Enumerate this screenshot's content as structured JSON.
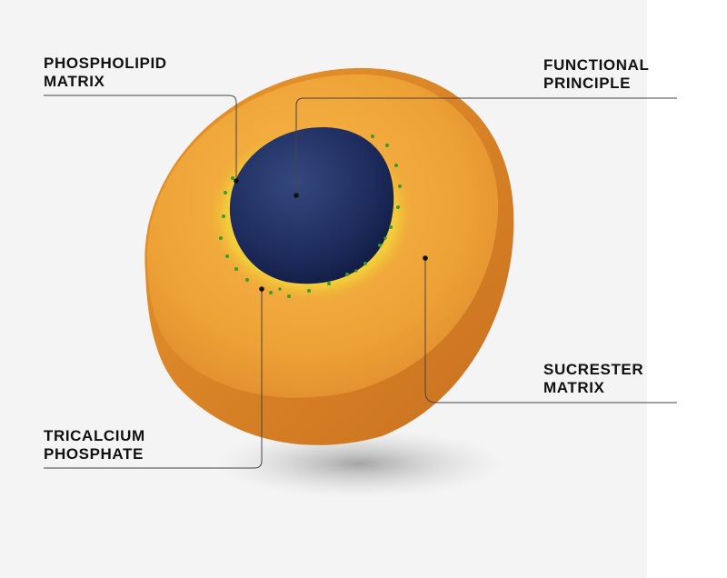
{
  "labels": {
    "phospholipid_matrix": [
      "PHOSPHOLIPID",
      "MATRIX"
    ],
    "functional_principle": [
      "FUNCTIONAL",
      "PRINCIPLE"
    ],
    "sucrester_matrix": [
      "SUCRESTER",
      "MATRIX"
    ],
    "tricalcium_phosphate": [
      "TRICALCIUM",
      "PHOSPHATE"
    ]
  },
  "colors": {
    "outer_shell": "#f0a030",
    "yellow_layer": "#f2e23a",
    "core": "#1c2a5e",
    "particles": "#3a9a2a",
    "leader_lines": "#444444"
  }
}
